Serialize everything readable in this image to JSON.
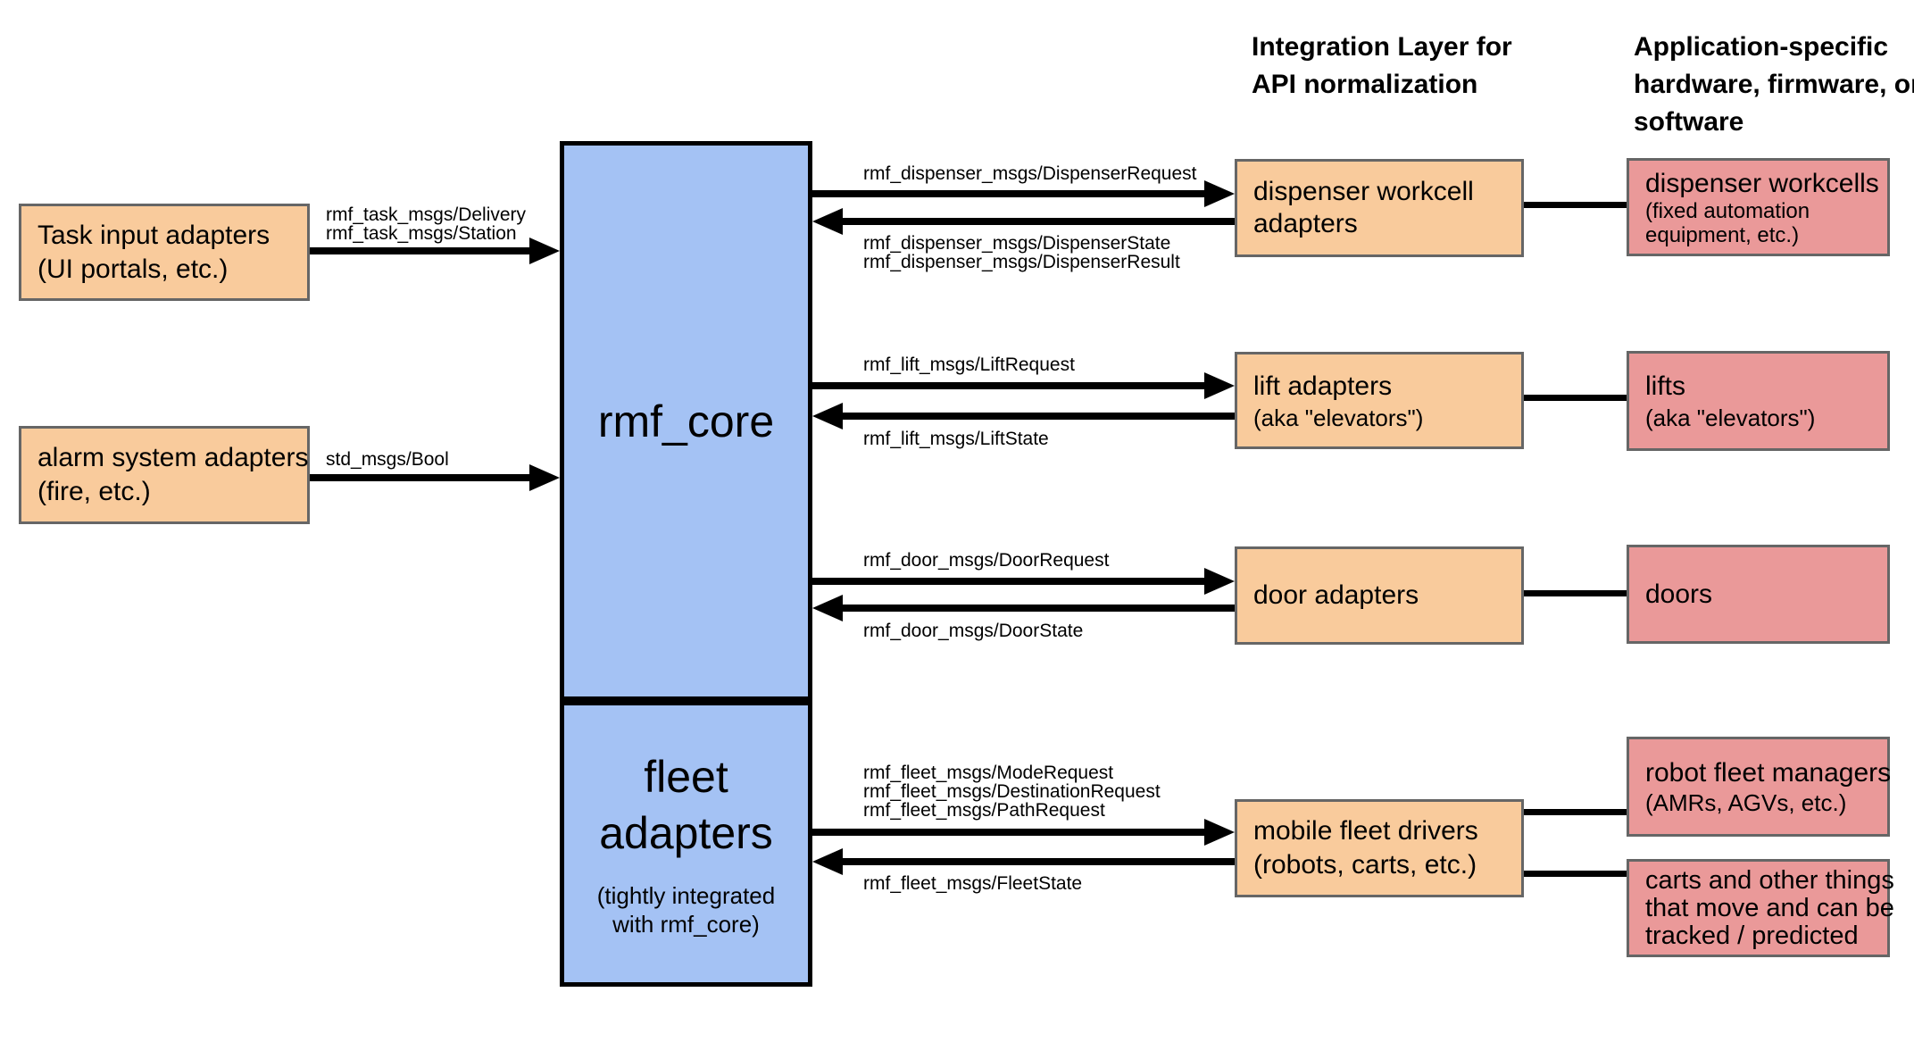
{
  "colors": {
    "orange": "#F9CB9C",
    "blue": "#A4C2F4",
    "red": "#EA9999",
    "line": "#000000",
    "box_border": "#666666"
  },
  "headers": {
    "integration": {
      "lines": [
        "Integration Layer for",
        "API normalization"
      ]
    },
    "application": {
      "lines": [
        "Application-specific",
        "hardware, firmware, or",
        "software"
      ]
    }
  },
  "boxes": {
    "task_input_adapters": {
      "lines": [
        "Task input adapters",
        "(UI portals, etc.)"
      ]
    },
    "alarm_system_adapters": {
      "lines": [
        "alarm system adapters",
        "(fire, etc.)"
      ]
    },
    "rmf_core": {
      "title": "rmf_core"
    },
    "fleet_adapters": {
      "title_lines": [
        "fleet",
        "adapters"
      ],
      "note_lines": [
        "(tightly integrated",
        "with rmf_core)"
      ]
    },
    "dispenser_workcell_adapters": {
      "lines": [
        "dispenser workcell",
        "adapters"
      ]
    },
    "lift_adapters": {
      "title": "lift adapters",
      "subtitle": "(aka \"elevators\")"
    },
    "door_adapters": {
      "title": "door adapters"
    },
    "mobile_fleet_drivers": {
      "lines": [
        "mobile fleet drivers",
        "(robots, carts, etc.)"
      ]
    },
    "dispenser_workcells": {
      "title": "dispenser workcells",
      "subtitle_lines": [
        "(fixed automation",
        "equipment, etc.)"
      ]
    },
    "lifts": {
      "title": "lifts",
      "subtitle": "(aka \"elevators\")"
    },
    "doors": {
      "title": "doors"
    },
    "robot_fleet_managers": {
      "title": "robot fleet managers",
      "subtitle": "(AMRs, AGVs, etc.)"
    },
    "carts": {
      "lines": [
        "carts and other things",
        "that move and can be",
        "tracked / predicted"
      ]
    }
  },
  "message_labels": {
    "task_delivery": "rmf_task_msgs/Delivery",
    "task_station": "rmf_task_msgs/Station",
    "alarm_bool": "std_msgs/Bool",
    "dispenser_request": "rmf_dispenser_msgs/DispenserRequest",
    "dispenser_state": "rmf_dispenser_msgs/DispenserState",
    "dispenser_result": "rmf_dispenser_msgs/DispenserResult",
    "lift_request": "rmf_lift_msgs/LiftRequest",
    "lift_state": "rmf_lift_msgs/LiftState",
    "door_request": "rmf_door_msgs/DoorRequest",
    "door_state": "rmf_door_msgs/DoorState",
    "fleet_mode_request": "rmf_fleet_msgs/ModeRequest",
    "fleet_destination_request": "rmf_fleet_msgs/DestinationRequest",
    "fleet_path_request": "rmf_fleet_msgs/PathRequest",
    "fleet_state": "rmf_fleet_msgs/FleetState"
  }
}
